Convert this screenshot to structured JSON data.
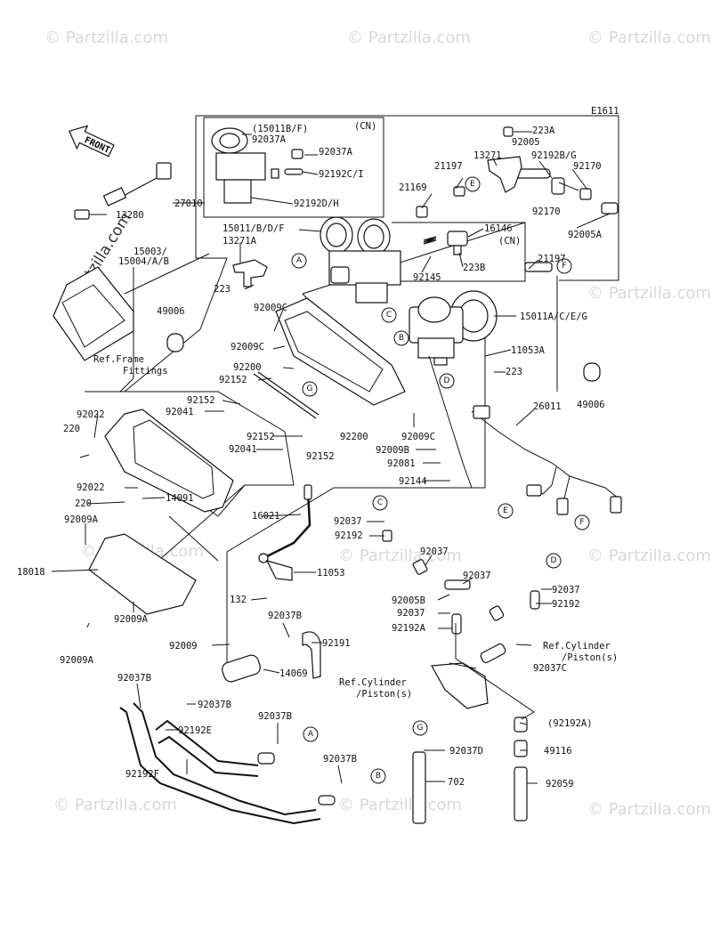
{
  "diagram_code": "E1611",
  "watermark": "© Partzilla.com",
  "front_label": "FRONT",
  "refs": {
    "frame": [
      "Ref.Frame",
      "Fittings"
    ],
    "cylinder_right": [
      "Ref.Cylinder",
      "/Piston(s)"
    ],
    "cylinder_left": [
      "Ref.Cylinder",
      "/Piston(s)"
    ]
  },
  "inset_cn_top": {
    "tag": "(CN)",
    "labels": [
      "(15011B/F)",
      "92037A",
      "92037A",
      "92192C/I",
      "92192D/H"
    ]
  },
  "inset_cn_mid": {
    "tag": "(CN)",
    "labels": [
      "16146",
      "223B",
      "92145"
    ]
  },
  "callouts": [
    "A",
    "B",
    "C",
    "D",
    "E",
    "F",
    "G"
  ],
  "part_labels": [
    "223A",
    "92005",
    "13271",
    "92192B/G",
    "92170",
    "21197",
    "21169",
    "92170",
    "92005A",
    "27010",
    "13280",
    "15011/B/D/F",
    "13271A",
    "15003/",
    "15004/A/B",
    "223",
    "49006",
    "21197",
    "15011A/C/E/G",
    "11053A",
    "223",
    "49006",
    "92009C",
    "92009C",
    "92200",
    "92152",
    "92152",
    "92041",
    "26011",
    "92022",
    "220",
    "92152",
    "92041",
    "92200",
    "92152",
    "92009C",
    "92009B",
    "92081",
    "92144",
    "92022",
    "220",
    "14091",
    "16021",
    "92037",
    "92192",
    "92009A",
    "18018",
    "11053",
    "92037",
    "92037",
    "92005B",
    "92037",
    "92037",
    "92192A",
    "92192",
    "Ref.Cylinder",
    "132",
    "92037B",
    "92009A",
    "92009",
    "92191",
    "92009A",
    "14069",
    "92037C",
    "92037B",
    "92037B",
    "92192E",
    "92037B",
    "(92192A)",
    "92037D",
    "49116",
    "92192F",
    "92037B",
    "702",
    "92059"
  ]
}
